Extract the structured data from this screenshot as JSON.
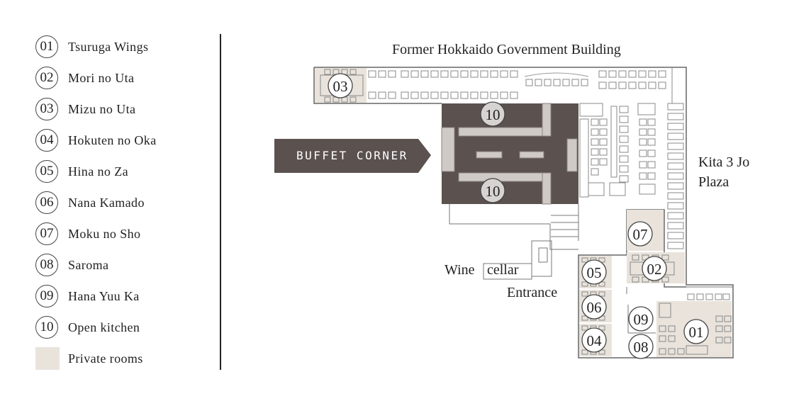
{
  "legend": {
    "items": [
      {
        "num": "01",
        "label": "Tsuruga Wings"
      },
      {
        "num": "02",
        "label": "Mori no Uta"
      },
      {
        "num": "03",
        "label": "Mizu no Uta"
      },
      {
        "num": "04",
        "label": "Hokuten no Oka"
      },
      {
        "num": "05",
        "label": "Hina no Za"
      },
      {
        "num": "06",
        "label": "Nana Kamado"
      },
      {
        "num": "07",
        "label": "Moku no Sho"
      },
      {
        "num": "08",
        "label": "Saroma"
      },
      {
        "num": "09",
        "label": "Hana Yuu Ka"
      },
      {
        "num": "10",
        "label": "Open kitchen"
      }
    ],
    "private_rooms_label": "Private rooms"
  },
  "map": {
    "top_label": "Former Hokkaido Government Building",
    "plaza_label_line1": "Kita 3 Jo",
    "plaza_label_line2": "Plaza",
    "buffet_label": "BUFFET CORNER",
    "wine_label": "Wine",
    "cellar_label": "cellar",
    "entrance_label": "Entrance",
    "markers": {
      "m03": "03",
      "m10a": "10",
      "m10b": "10",
      "m07": "07",
      "m02": "02",
      "m05": "05",
      "m06": "06",
      "m04": "04",
      "m09": "09",
      "m08": "08",
      "m01": "01"
    }
  },
  "colors": {
    "private_room": "#e9e3db",
    "kitchen": "#5b5250",
    "buffet_sign": "#5b5250",
    "line": "#555555"
  }
}
